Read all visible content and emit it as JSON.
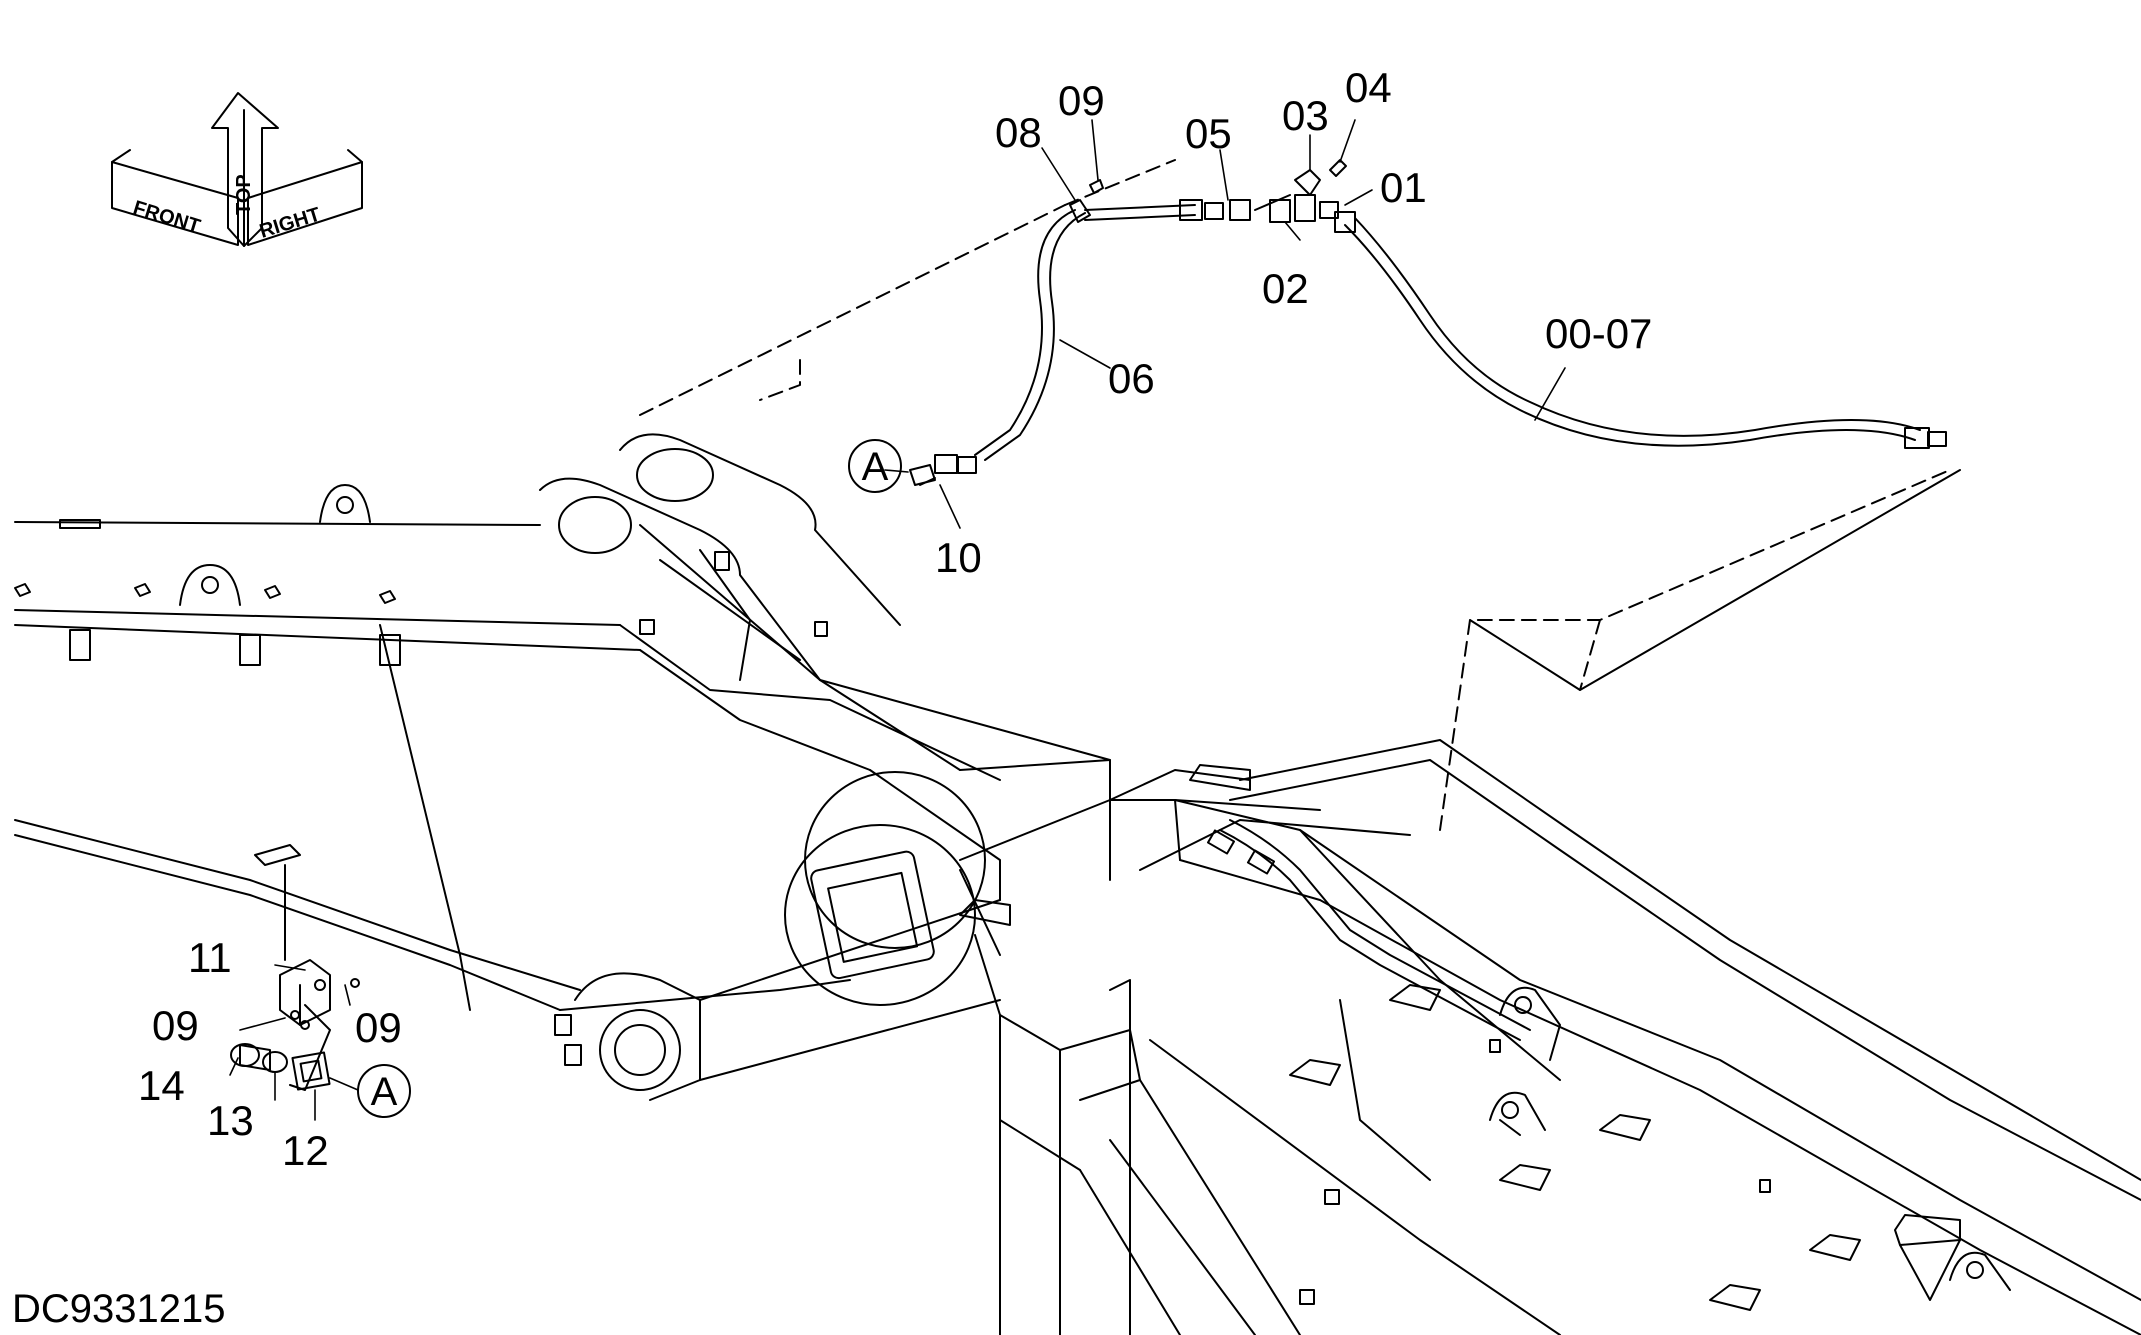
{
  "drawing_number": "DC9331215",
  "orientation": {
    "top": "TOP",
    "front": "FRONT",
    "right": "RIGHT"
  },
  "callout_detail": "A",
  "part_labels": {
    "p01": "01",
    "p02": "02",
    "p03": "03",
    "p04": "04",
    "p05": "05",
    "p06": "06",
    "p00_07": "00-07",
    "p08": "08",
    "p09_top": "09",
    "p10": "10",
    "p11": "11",
    "p09_left": "09",
    "p09_right": "09",
    "p12": "12",
    "p13": "13",
    "p14": "14"
  },
  "colors": {
    "line": "#000000",
    "background": "#ffffff"
  }
}
